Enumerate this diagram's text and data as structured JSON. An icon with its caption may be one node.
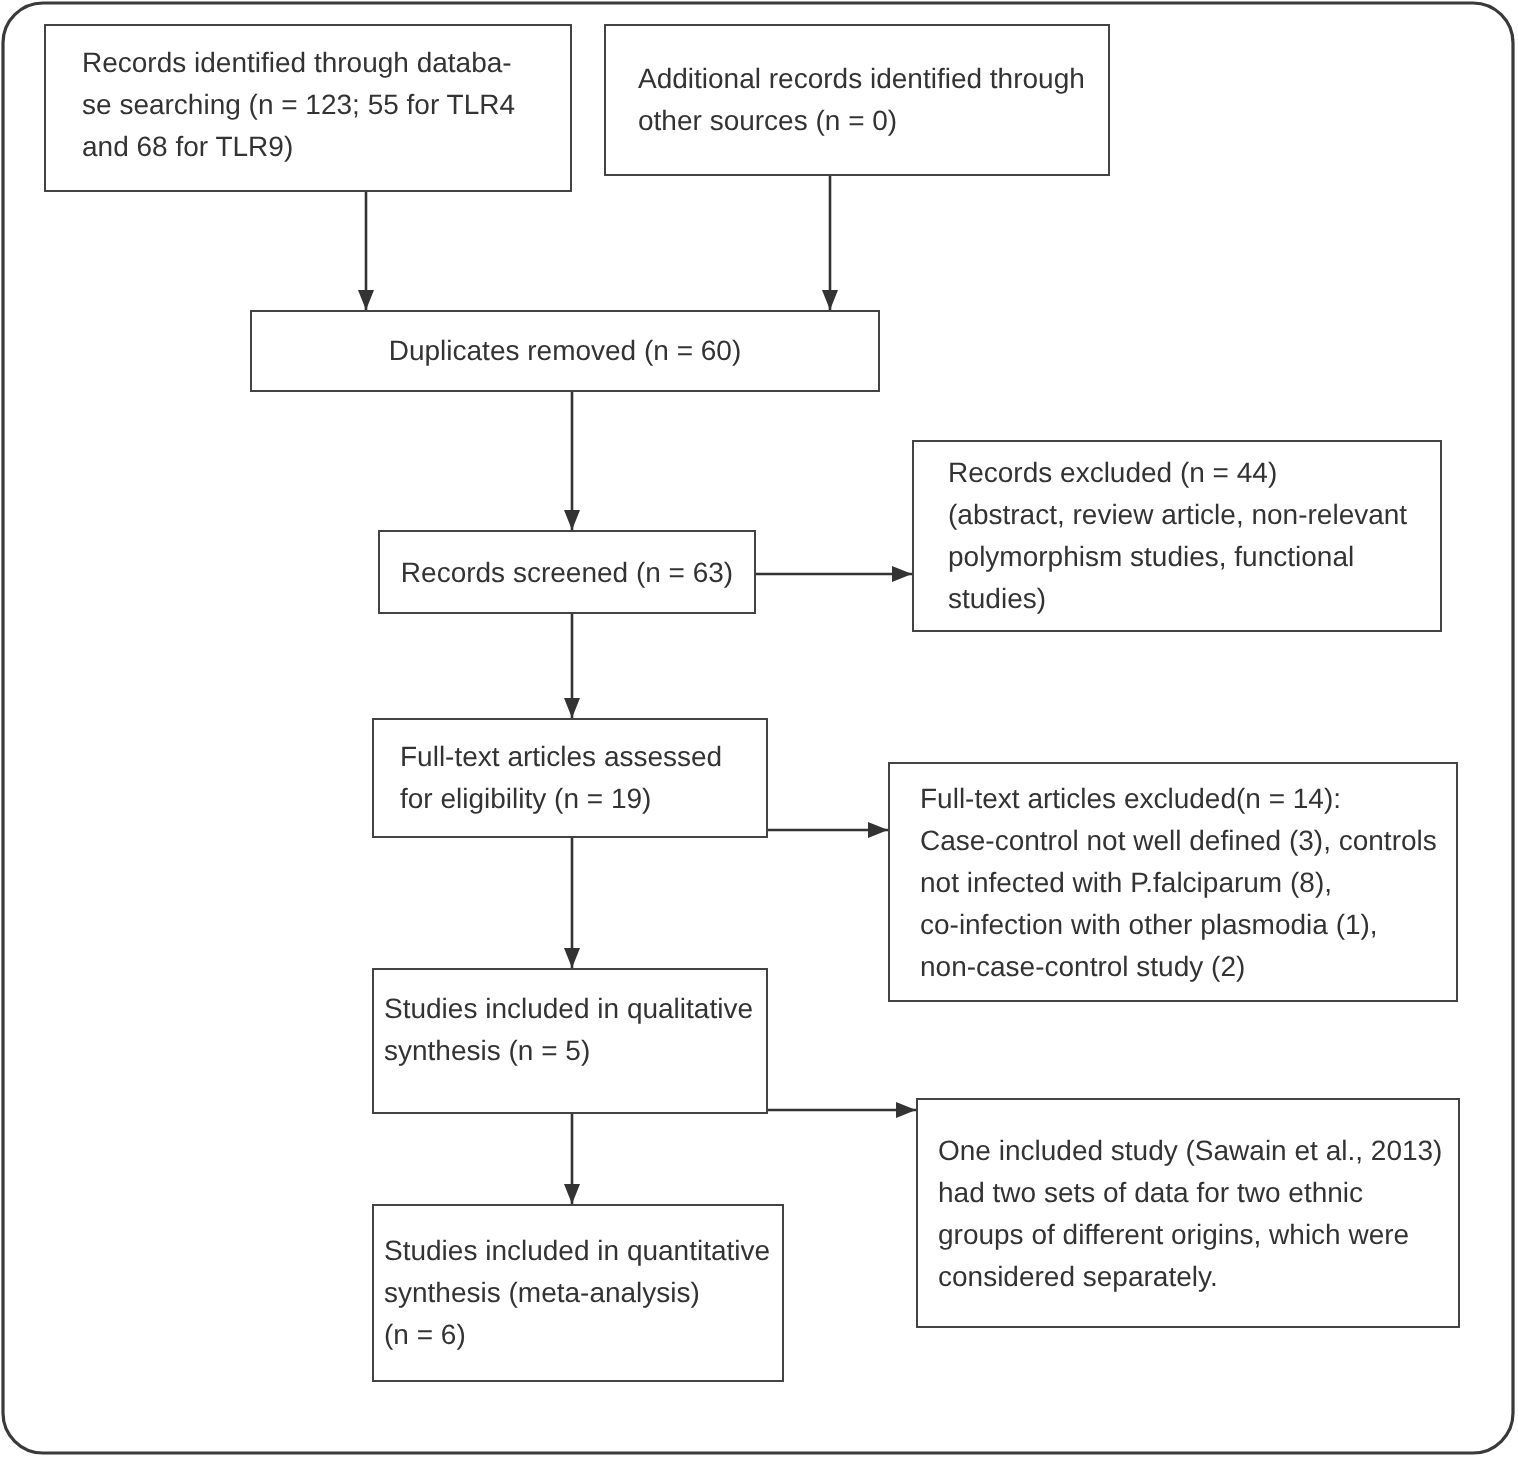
{
  "diagram": {
    "nodes": [
      {
        "text": [
          "Records identified through databa- se searching (n = 123; 55 for TLR4 and 68 for TLR9)"
        ]
      },
      {
        "text": [
          "Additional records identified through other sources (n = 0)"
        ]
      },
      {
        "text": [
          "Duplicates removed (n = 60)"
        ]
      },
      {
        "text": [
          "Records screened (n = 63)"
        ]
      },
      {
        "text": [
          "Records excluded (n = 44)",
          "(abstract, review article, non-relevant polymorphism studies, functional studies)"
        ]
      },
      {
        "text": [
          "Full-text articles assessed for eligibility (n = 19)"
        ]
      },
      {
        "text": [
          "Full-text articles excluded(n = 14):",
          "Case-control not well defined (3), controls not infected with P.falciparum (8), co-infection with other plasmodia (1), non-case-control study (2)"
        ]
      },
      {
        "text": [
          "Studies included in qualitative synthesis (n = 5)"
        ]
      },
      {
        "text": [
          "One included study (Sawain et al., 2013) had two sets of data for two ethnic groups of different origins, which were considered separately."
        ]
      },
      {
        "text": [
          "Studies included in quantitative synthesis (meta-analysis) (n = 6)"
        ]
      }
    ],
    "edges": [
      {
        "from": 0,
        "to": 2,
        "arrow": "to"
      },
      {
        "from": 1,
        "to": 2,
        "arrow": "to"
      },
      {
        "from": 2,
        "to": 3,
        "arrow": "to"
      },
      {
        "from": 3,
        "to": 4,
        "arrow": "to"
      },
      {
        "from": 3,
        "to": 5,
        "arrow": "to"
      },
      {
        "from": 5,
        "to": 6,
        "arrow": "to"
      },
      {
        "from": 5,
        "to": 7,
        "arrow": "to"
      },
      {
        "from": 7,
        "to": 8,
        "arrow": "to"
      },
      {
        "from": 7,
        "to": 9,
        "arrow": "to"
      }
    ]
  }
}
